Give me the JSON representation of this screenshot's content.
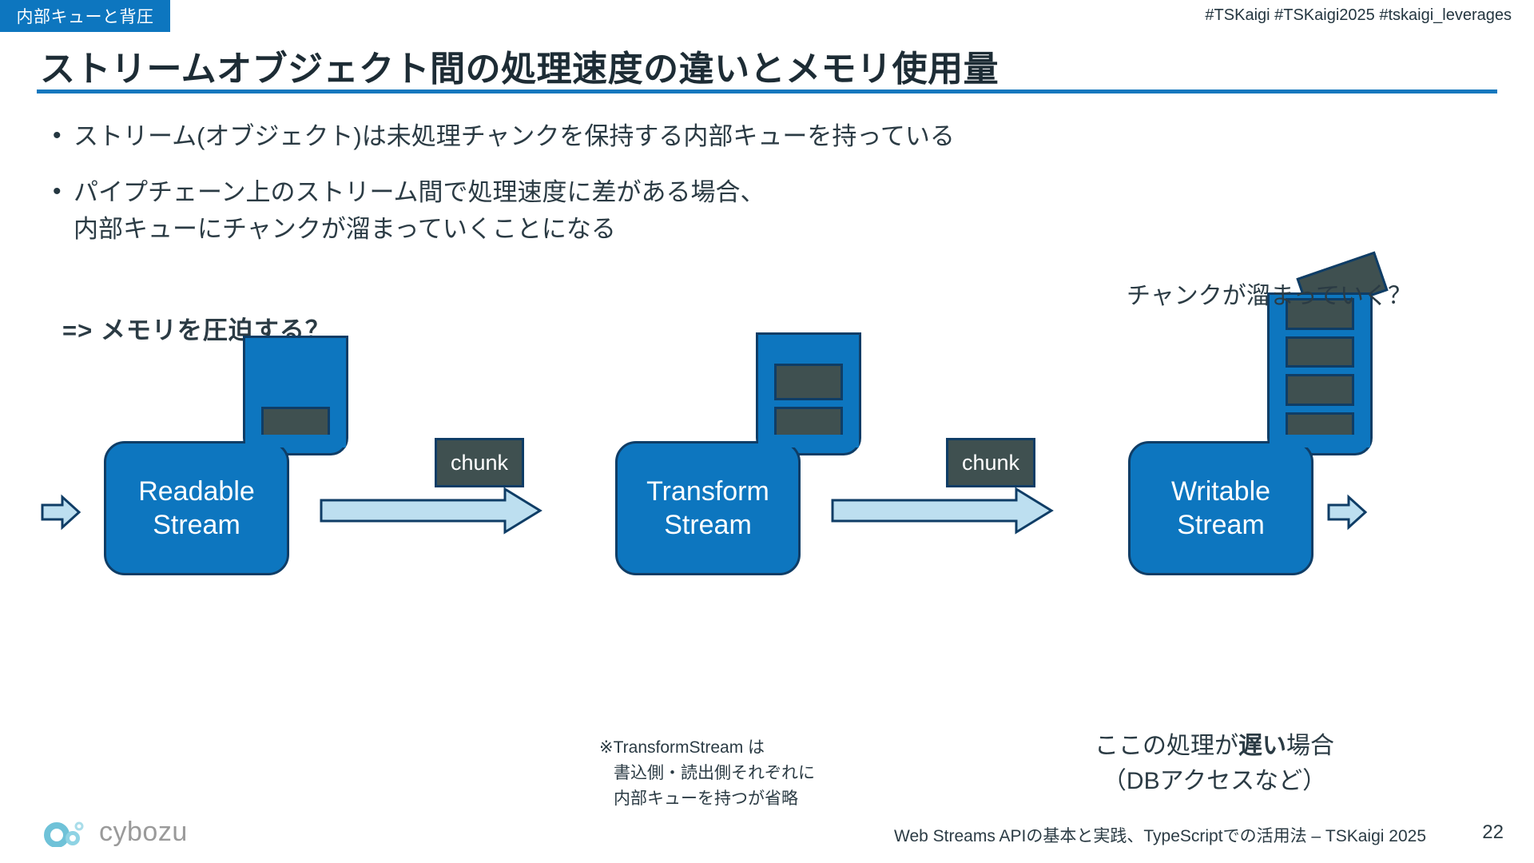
{
  "header": {
    "kicker": "内部キューと背圧",
    "hashtags": "#TSKaigi #TSKaigi2025 #tskaigi_leverages",
    "title": "ストリームオブジェクト間の処理速度の違いとメモリ使用量"
  },
  "bullets": [
    {
      "marker": "•",
      "text": "ストリーム(オブジェクト)は未処理チャンクを保持する内部キューを持っている"
    },
    {
      "marker": "•",
      "line1": "パイプチェーン上のストリーム間で処理速度に差がある場合、",
      "line2": "内部キューにチャンクが溜まっていくことになる"
    }
  ],
  "conclusion": "=> メモリを圧迫する？",
  "diagram": {
    "nodes": [
      {
        "id": "readable",
        "label_line1": "Readable",
        "label_line2": "Stream",
        "queue_chunks": 1
      },
      {
        "id": "transform",
        "label_line1": "Transform",
        "label_line2": "Stream",
        "queue_chunks": 2
      },
      {
        "id": "writable",
        "label_line1": "Writable",
        "label_line2": "Stream",
        "queue_chunks": 4
      }
    ],
    "chunk_labels": [
      "chunk",
      "chunk"
    ],
    "captions": {
      "top_right": "チャンクが溜まっていく？",
      "note_line1": "※TransformStream は",
      "note_line2": "書込側・読出側それぞれに",
      "note_line3": "内部キューを持つが省略",
      "slow_line1_pre": "ここの処理が",
      "slow_line1_bold": "遅い",
      "slow_line1_post": "場合",
      "slow_line2": "（DBアクセスなど）"
    }
  },
  "footer": {
    "logo_text": "cybozu",
    "text": "Web Streams APIの基本と実践、TypeScriptでの活用法 – TSKaigi 2025",
    "page": "22"
  },
  "colors": {
    "brand_blue": "#0d76bf",
    "dark_navy": "#0f3d66",
    "chunk_gray": "#3f5050",
    "arrow_fill": "#bddff0",
    "text": "#2b3b44"
  }
}
